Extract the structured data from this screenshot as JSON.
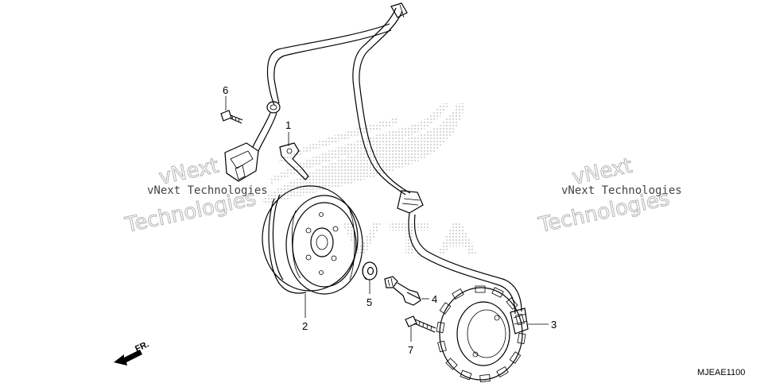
{
  "diagram": {
    "code": "MJEAE1100",
    "direction_label": "FR.",
    "watermark_left": {
      "line1": "vNext Technologies",
      "line2": "vNext",
      "line3": "Technologies"
    },
    "watermark_right": {
      "line1": "vNext Technologies",
      "line2": "vNext",
      "line3": "Technologies"
    },
    "callouts": [
      {
        "id": "1",
        "label": "1"
      },
      {
        "id": "2",
        "label": "2"
      },
      {
        "id": "3",
        "label": "3"
      },
      {
        "id": "4",
        "label": "4"
      },
      {
        "id": "5",
        "label": "5"
      },
      {
        "id": "6",
        "label": "6"
      },
      {
        "id": "7",
        "label": "7"
      }
    ]
  }
}
